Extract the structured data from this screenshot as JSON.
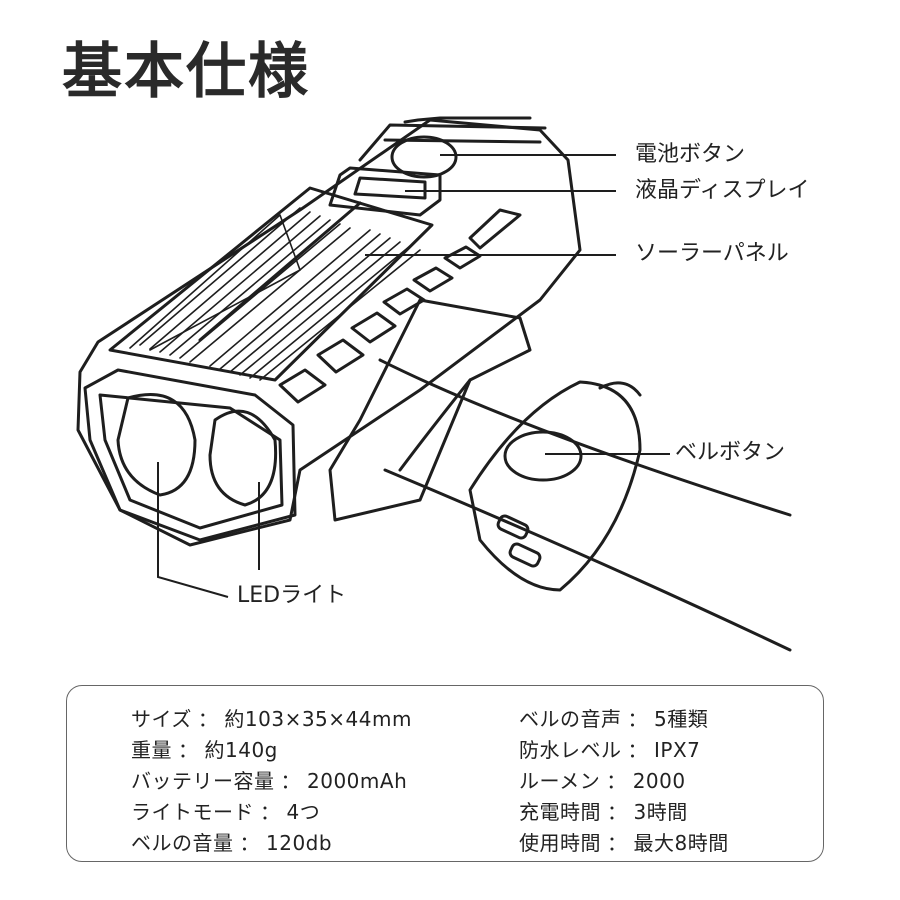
{
  "title": "基本仕様",
  "callouts": {
    "battery_button": "電池ボタン",
    "lcd_display": "液晶ディスプレイ",
    "solar_panel": "ソーラーパネル",
    "bell_button": "ベルボタン",
    "led_light": "LEDライト"
  },
  "specs": {
    "left": [
      {
        "label": "サイズ",
        "value": "約103×35×44mm"
      },
      {
        "label": "重量",
        "value": "約140g"
      },
      {
        "label": "バッテリー容量",
        "value": "2000mAh"
      },
      {
        "label": "ライトモード",
        "value": "4つ"
      },
      {
        "label": "ベルの音量",
        "value": "120db"
      }
    ],
    "right": [
      {
        "label": "ベルの音声",
        "value": "5種類"
      },
      {
        "label": "防水レベル",
        "value": "IPX7"
      },
      {
        "label": "ルーメン",
        "value": "2000"
      },
      {
        "label": "充電時間",
        "value": "3時間"
      },
      {
        "label": "使用時間",
        "value": "最大8時間"
      }
    ],
    "separator": "："
  }
}
